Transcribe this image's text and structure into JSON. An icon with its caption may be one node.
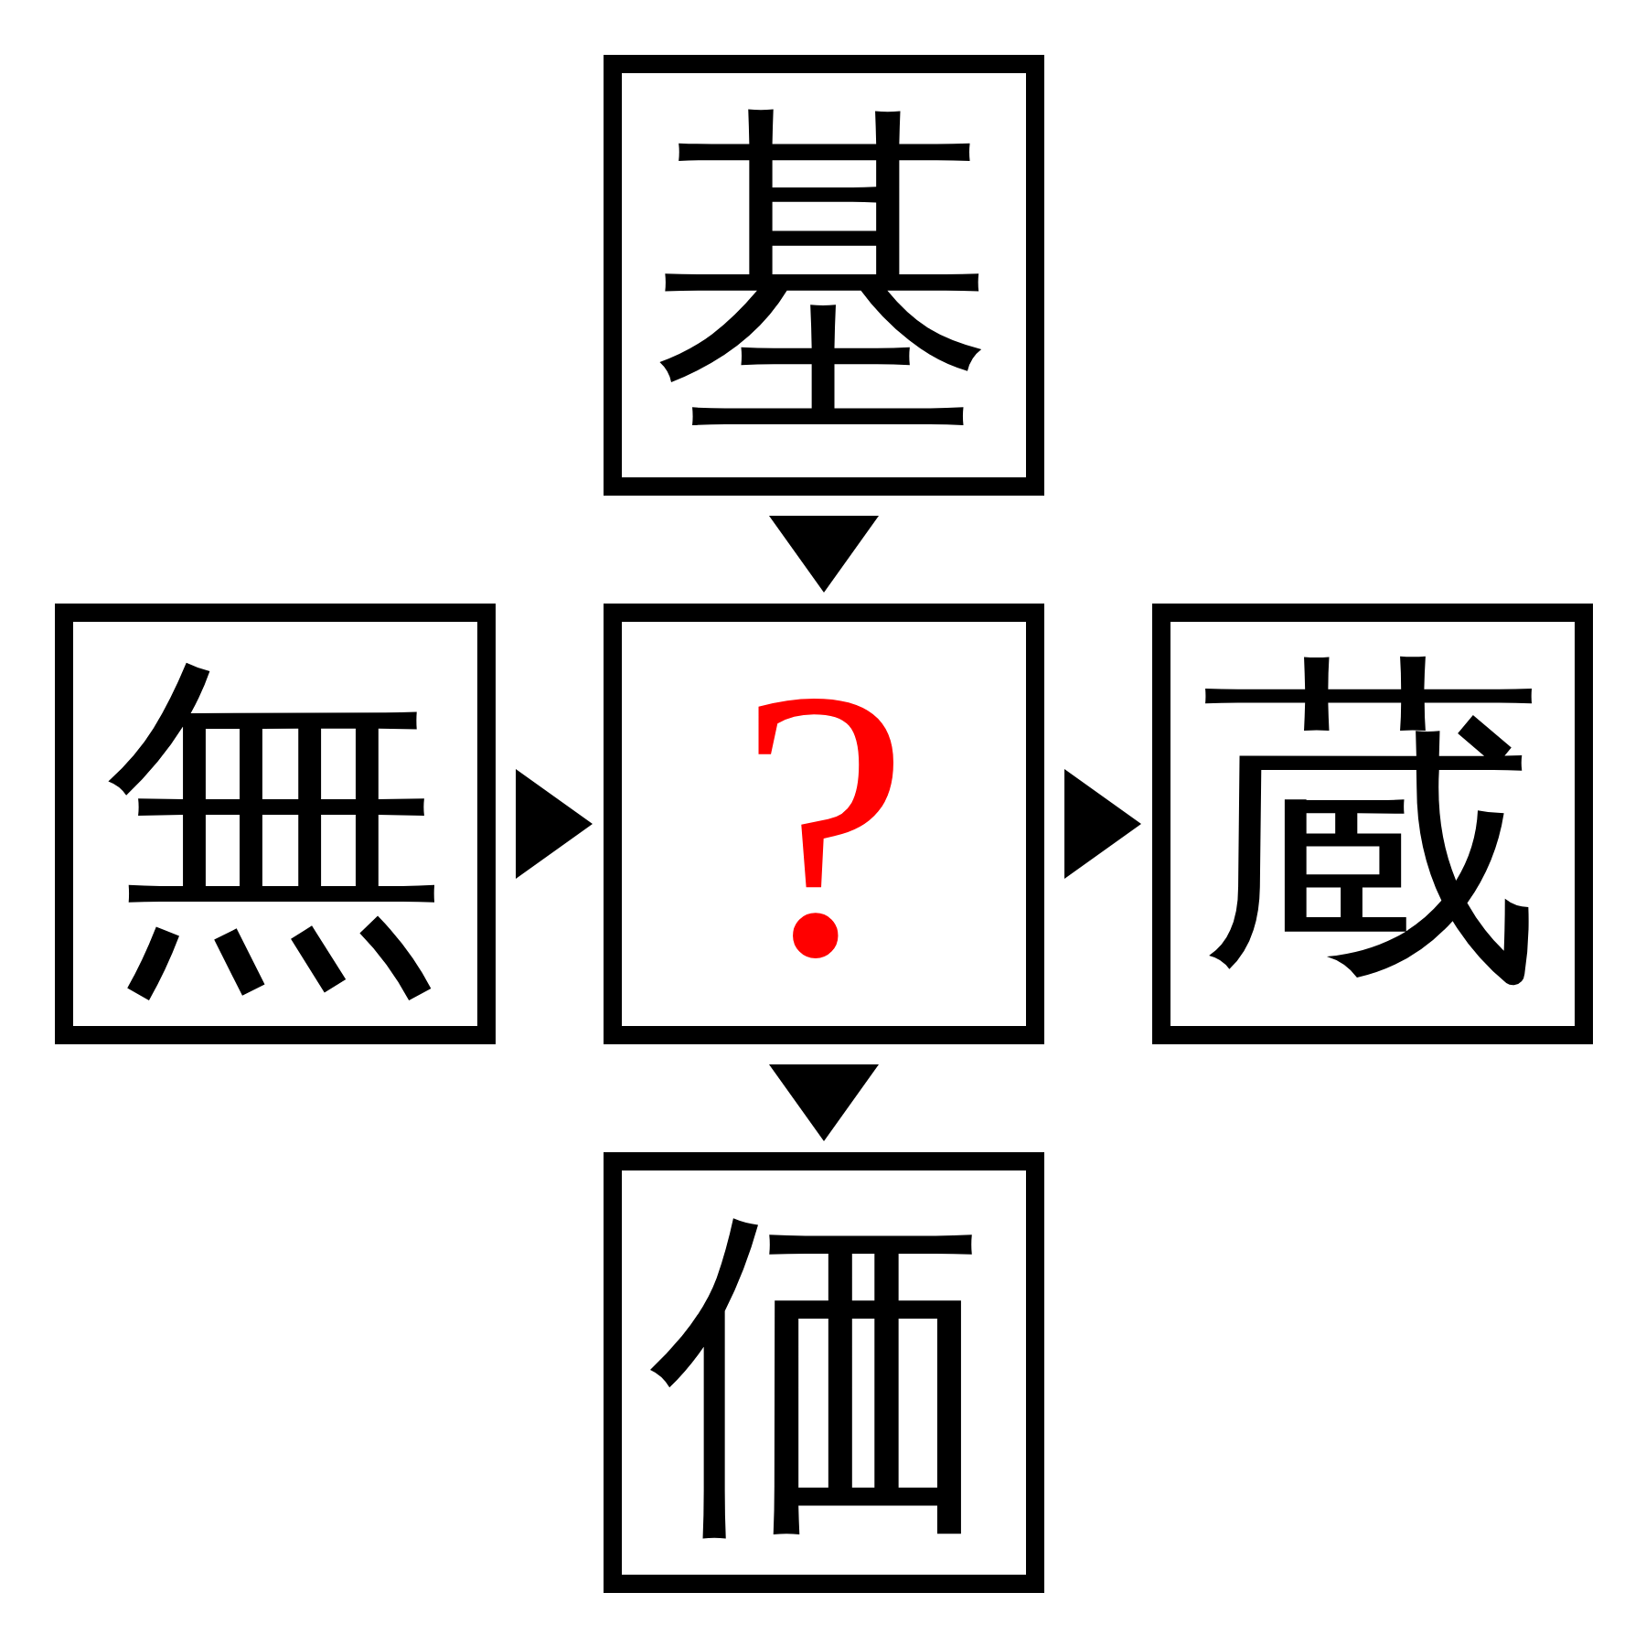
{
  "diagram": {
    "nodes": [
      {
        "text": [
          "基"
        ]
      },
      {
        "text": [
          "無"
        ]
      },
      {
        "text": [
          "?"
        ]
      },
      {
        "text": [
          "蔵"
        ]
      },
      {
        "text": [
          "価"
        ]
      }
    ],
    "edges": [
      {
        "from": 0,
        "to": 2,
        "arrow": "to"
      },
      {
        "from": 1,
        "to": 2,
        "arrow": "to"
      },
      {
        "from": 2,
        "to": 3,
        "arrow": "to"
      },
      {
        "from": 2,
        "to": 4,
        "arrow": "to"
      }
    ]
  }
}
